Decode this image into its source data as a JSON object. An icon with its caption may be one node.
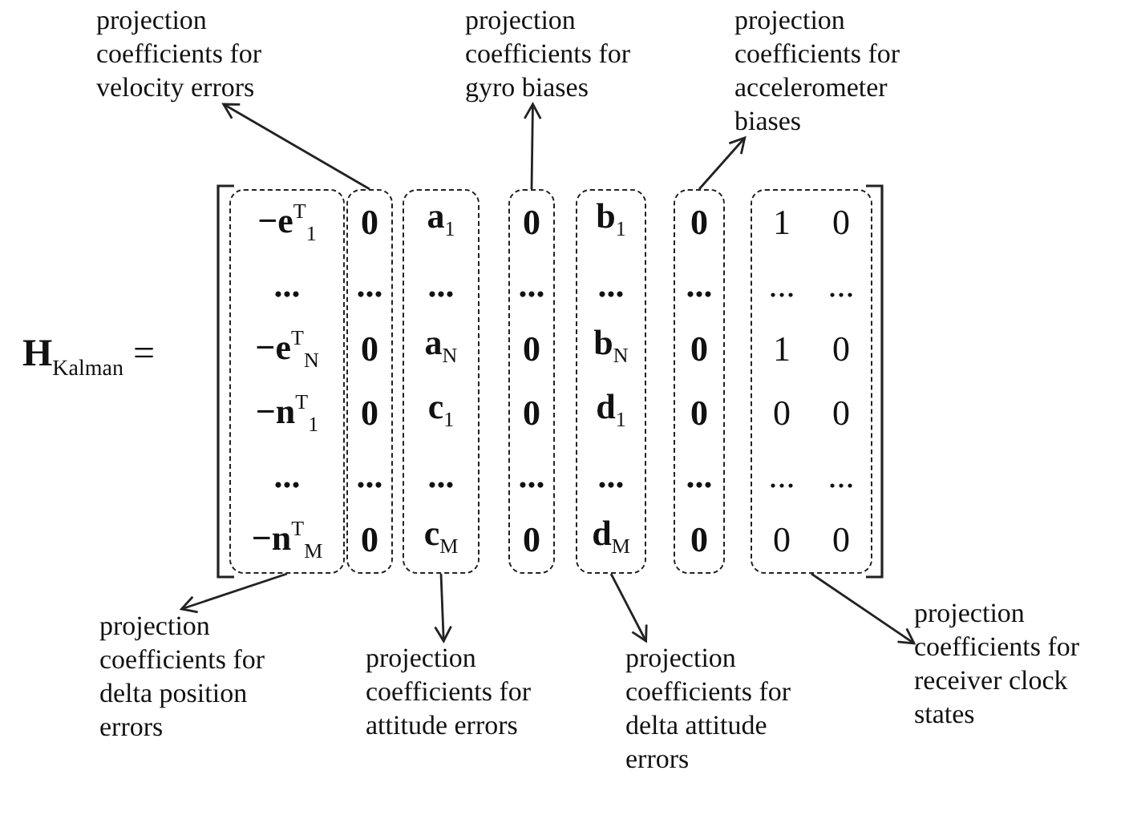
{
  "diagram": {
    "nodes": [
      {
        "text": [
          "projection coefficients for velocity errors"
        ]
      },
      {
        "text": [
          "projection coefficients for gyro biases"
        ]
      },
      {
        "text": [
          "projection coefficients for accelerometer biases"
        ]
      },
      {
        "text": [
          "−e$^{T}$$_{1}$",
          "...",
          "−e$^{T}$$_{N}$",
          "−n$^{T}$$_{1}$",
          "...",
          "−n$^{T}$$_{M}$"
        ]
      },
      {
        "text": [
          "0",
          "...",
          "0",
          "0",
          "...",
          "0"
        ]
      },
      {
        "text": [
          "a$_{1}$",
          "...",
          "a$_{N}$",
          "c$_{1}$",
          "...",
          "c$_{M}$"
        ]
      },
      {
        "text": [
          "0",
          "...",
          "0",
          "0",
          "...",
          "0"
        ]
      },
      {
        "text": [
          "b$_{1}$",
          "...",
          "b$_{N}$",
          "d$_{1}$",
          "...",
          "d$_{M}$"
        ]
      },
      {
        "text": [
          "0",
          "...",
          "0",
          "0",
          "...",
          "0"
        ]
      },
      {
        "text": [
          "1",
          "0",
          "...",
          "...",
          "1",
          "0",
          "0",
          "0",
          "...",
          "...",
          "0",
          "0"
        ]
      },
      {
        "text": [
          "projection coefficients for delta position errors"
        ]
      },
      {
        "text": [
          "projection coefficients for attitude errors"
        ]
      },
      {
        "text": [
          "projection coefficients for delta attitude errors"
        ]
      },
      {
        "text": [
          "projection coefficients for receiver clock states"
        ]
      }
    ],
    "edges": [
      {
        "from": 4,
        "to": 0,
        "arrow": "to"
      },
      {
        "from": 6,
        "to": 1,
        "arrow": "to"
      },
      {
        "from": 8,
        "to": 2,
        "arrow": "to"
      },
      {
        "from": 3,
        "to": 10,
        "arrow": "to"
      },
      {
        "from": 5,
        "to": 11,
        "arrow": "to"
      },
      {
        "from": 7,
        "to": 12,
        "arrow": "to"
      },
      {
        "from": 9,
        "to": 13,
        "arrow": "to"
      }
    ],
    "labels": [
      "**H**$_{Kalman}$ ="
    ]
  }
}
